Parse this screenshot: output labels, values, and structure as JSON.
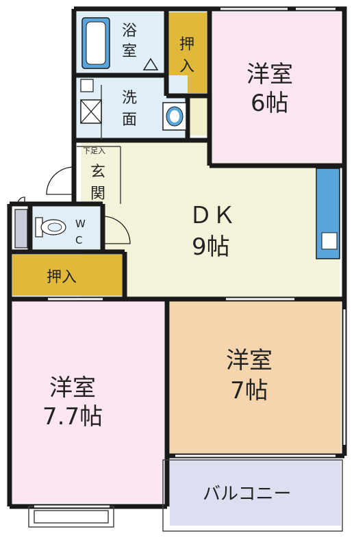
{
  "rooms": {
    "bath": {
      "line1": "浴",
      "line2": "室"
    },
    "closet_top": {
      "line1": "押",
      "line2": "入"
    },
    "western_6": {
      "name": "洋室",
      "size": "6帖"
    },
    "washroom": {
      "line1": "洗",
      "line2": "面"
    },
    "shoe_box": "下足入",
    "entrance": {
      "line1": "玄",
      "line2": "関"
    },
    "dk": {
      "name": "ＤＫ",
      "size": "9帖"
    },
    "wc": {
      "line1": "W",
      "line2": "C"
    },
    "closet_left": "押入",
    "western_77": {
      "name": "洋室",
      "size": "7.7帖"
    },
    "western_7": {
      "name": "洋室",
      "size": "7帖"
    },
    "balcony": "バルコニー"
  },
  "colors": {
    "wall": "#1a1a1a",
    "wet_area": "#dfeef7",
    "closet": "#e0b93a",
    "western_pink": "#fbe6f1",
    "western_peach": "#f4d5ad",
    "dk": "#f4f3da",
    "balcony": "#dcdff0",
    "fixture_blue": "#5aa6dc",
    "hall": "#f1f0c8"
  }
}
